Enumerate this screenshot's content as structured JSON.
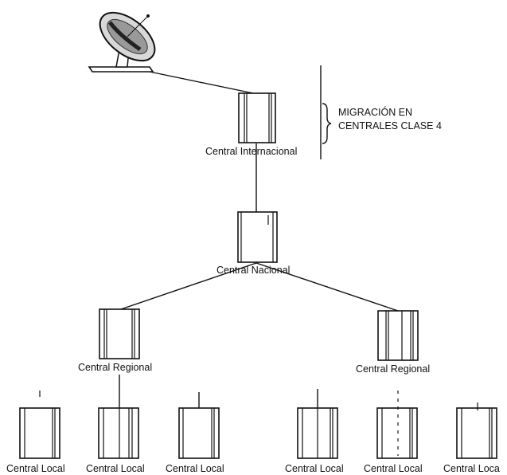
{
  "annotation": {
    "line1": "MIGRACIÓN EN",
    "line2": "CENTRALES CLASE 4"
  },
  "nodes": {
    "internacional": "Central Internacional",
    "nacional": "Central Nacional",
    "regional_left": "Central Regional",
    "regional_right": "Central Regional",
    "local_1": "Central Local",
    "local_2": "Central Local",
    "local_3": "Central Local",
    "local_4": "Central Local",
    "local_5": "Central Local",
    "local_6": "Central Loca"
  },
  "icons": {
    "satellite": "satellite-dish-icon",
    "switch": "telephone-exchange-cabinet-icon"
  }
}
